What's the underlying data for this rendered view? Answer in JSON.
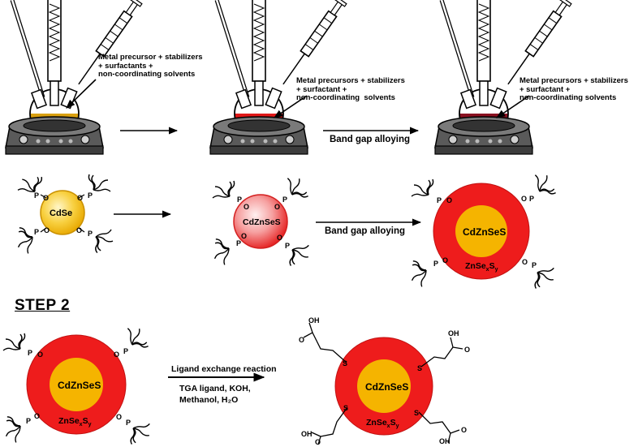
{
  "step1": {
    "setups": [
      {
        "label": "Metal precursor + stabilizers\n+ surfactants +\nnon-coordinating solvents",
        "liquid_color": "#d9a010"
      },
      {
        "label": "Metal precursors + stabilizers\n+ surfactant +\nnon-coordinating  solvents",
        "liquid_color": "#e01818"
      },
      {
        "label": "Metal precursors + stabilizers\n+ surfactant +\nnon-coordinating solvents",
        "liquid_color": "#8a1020"
      }
    ],
    "arrow_label": "Band gap alloying",
    "particles": [
      {
        "label": "CdSe",
        "ligand_atom": "P",
        "oxygen": "O"
      },
      {
        "label": "CdZnSeS"
      },
      {
        "core_label": "CdZnSeS",
        "shell_label_base": "ZnSe",
        "shell_sub_x": "x",
        "shell_mid": "S",
        "shell_sub_y": "y"
      }
    ],
    "particle_arrow_label": "Band gap alloying"
  },
  "step2": {
    "title": "STEP 2",
    "reaction_title": "Ligand exchange reaction",
    "conditions_line1": "TGA ligand, KOH,",
    "conditions_line2": "Methanol, H₂O",
    "core_label": "CdZnSeS",
    "shell_label_base": "ZnSe",
    "shell_sub_x": "x",
    "shell_mid": "S",
    "shell_sub_y": "y",
    "thiol_atom": "S",
    "acid_group": "OH",
    "acid_oxygen": "O"
  },
  "colors": {
    "core": "#f5b400",
    "shell": "#ee1c1c",
    "cdse_particle": "#f6c21a",
    "cdznses_particle": "#ef5a5a"
  }
}
